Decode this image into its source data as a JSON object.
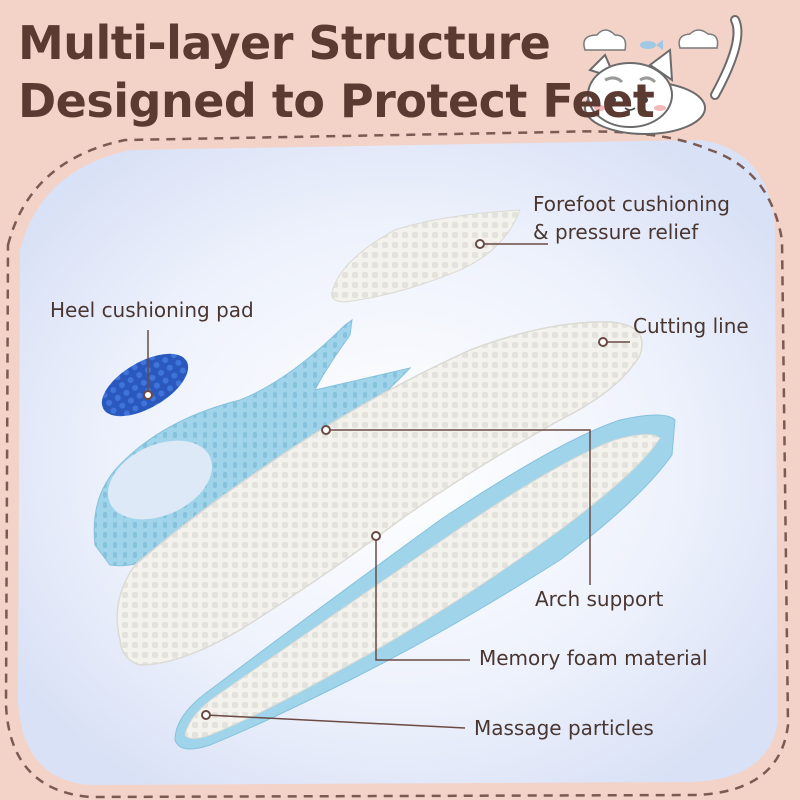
{
  "title": {
    "line1": "Multi-layer Structure",
    "line2": "Designed to Protect Feet"
  },
  "labels": {
    "forefoot_line1": "Forefoot cushioning",
    "forefoot_line2": "& pressure relief",
    "heel_pad": "Heel cushioning pad",
    "cutting_line": "Cutting line",
    "arch_support": "Arch support",
    "memory_foam": "Memory foam material",
    "massage_particles": "Massage particles"
  },
  "colors": {
    "background": "#f3d2c8",
    "panel": "#e9eefb",
    "title": "#5b3a32",
    "dashed_border": "#7a5a52",
    "foam_white": "#f2f1ec",
    "foam_blue": "#9fd4ea",
    "heel_pad_blue": "#2f62c9",
    "leader_line": "#6b4a44"
  },
  "icons": [
    "cat-illustration-icon",
    "cloud-icon",
    "fish-icon"
  ]
}
